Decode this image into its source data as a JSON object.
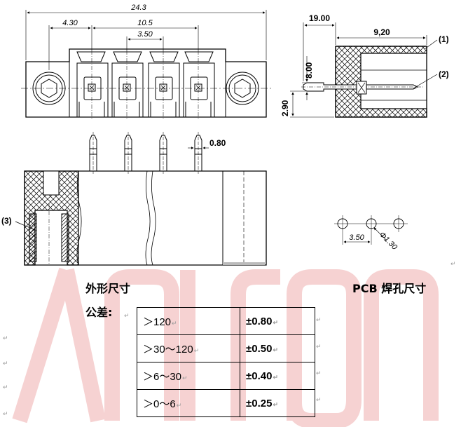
{
  "dimensions": {
    "overall_length": "24.3",
    "pin_offset": "4.30",
    "pins_span": "10.5",
    "pitch": "3.50",
    "side_width": "19.00",
    "side_body": "9,20",
    "pin_height": "8.00",
    "pin_below": "2.90",
    "pin_width": "0.80"
  },
  "callouts": [
    "(1)",
    "(2)",
    "(3)"
  ],
  "pcb": {
    "pitch": "3.50",
    "hole_diameter": "Φ1.30"
  },
  "labels": {
    "outline_dims": "外形尺寸",
    "tolerance": "公差:",
    "pcb_holes": "PCB 焊孔尺寸"
  },
  "tolerance_table": [
    {
      "range": "＞120",
      "tol": "±0.80"
    },
    {
      "range": "＞30～120",
      "tol": "±0.50"
    },
    {
      "range": "＞6～30",
      "tol": "±0.40"
    },
    {
      "range": "＞0～6",
      "tol": "±0.25"
    }
  ],
  "paragraph_mark": "↵",
  "watermark_color": "#f2b6b6"
}
